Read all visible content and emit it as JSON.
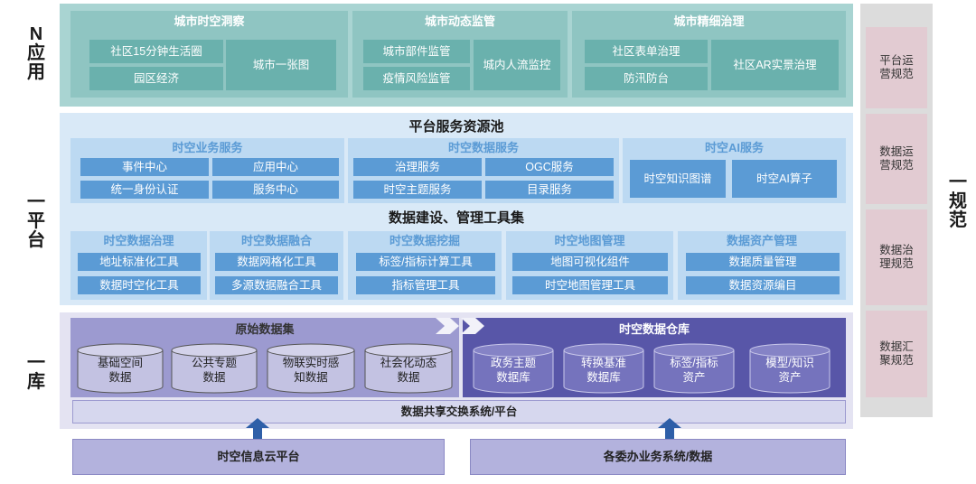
{
  "side": {
    "app": [
      "N",
      "应",
      "用"
    ],
    "plat": [
      "一",
      "平",
      "台"
    ],
    "lib": [
      "一",
      "库"
    ],
    "spec": [
      "一",
      "规",
      "范"
    ]
  },
  "app": {
    "groups": [
      {
        "title": "城市时空洞察",
        "cells": [
          "社区15分钟生活圈",
          "园区经济",
          "城市一张图"
        ]
      },
      {
        "title": "城市动态监管",
        "cells": [
          "城市部件监管",
          "疫情风险监管",
          "城内人流监控"
        ]
      },
      {
        "title": "城市精细治理",
        "cells": [
          "社区表单治理",
          "防汛防台",
          "社区AR实景治理"
        ]
      }
    ]
  },
  "platform": {
    "pool_title": "平台服务资源池",
    "services": [
      {
        "title": "时空业务服务",
        "cells": [
          "事件中心",
          "应用中心",
          "统一身份认证",
          "服务中心"
        ]
      },
      {
        "title": "时空数据服务",
        "cells": [
          "治理服务",
          "OGC服务",
          "时空主题服务",
          "目录服务"
        ]
      },
      {
        "title": "时空AI服务",
        "cells": [
          "时空知识图谱",
          "时空AI算子"
        ]
      }
    ],
    "tools_title": "数据建设、管理工具集",
    "tools": [
      {
        "title": "时空数据治理",
        "cells": [
          "地址标准化工具",
          "数据时空化工具"
        ]
      },
      {
        "title": "时空数据融合",
        "cells": [
          "数据网格化工具",
          "多源数据融合工具"
        ]
      },
      {
        "title": "时空数据挖掘",
        "cells": [
          "标签/指标计算工具",
          "指标管理工具"
        ]
      },
      {
        "title": "时空地图管理",
        "cells": [
          "地图可视化组件",
          "时空地图管理工具"
        ]
      },
      {
        "title": "数据资产管理",
        "cells": [
          "数据质量管理",
          "数据资源编目"
        ]
      }
    ]
  },
  "library": {
    "raw_title": "原始数据集",
    "raw_items": [
      [
        "基础空间",
        "数据"
      ],
      [
        "公共专题",
        "数据"
      ],
      [
        "物联实时感",
        "知数据"
      ],
      [
        "社会化动态",
        "数据"
      ]
    ],
    "wh_title": "时空数据仓库",
    "wh_items": [
      [
        "政务主题",
        "数据库"
      ],
      [
        "转换基准",
        "数据库"
      ],
      [
        "标签/指标",
        "资产"
      ],
      [
        "模型/知识",
        "资产"
      ]
    ],
    "exchange": "数据共享交换系统/平台",
    "sources": [
      "时空信息云平台",
      "各委办业务系统/数据"
    ]
  },
  "spec": {
    "items": [
      "平台运营规范",
      "数据运营规范",
      "数据治理规范",
      "数据汇聚规范"
    ]
  }
}
